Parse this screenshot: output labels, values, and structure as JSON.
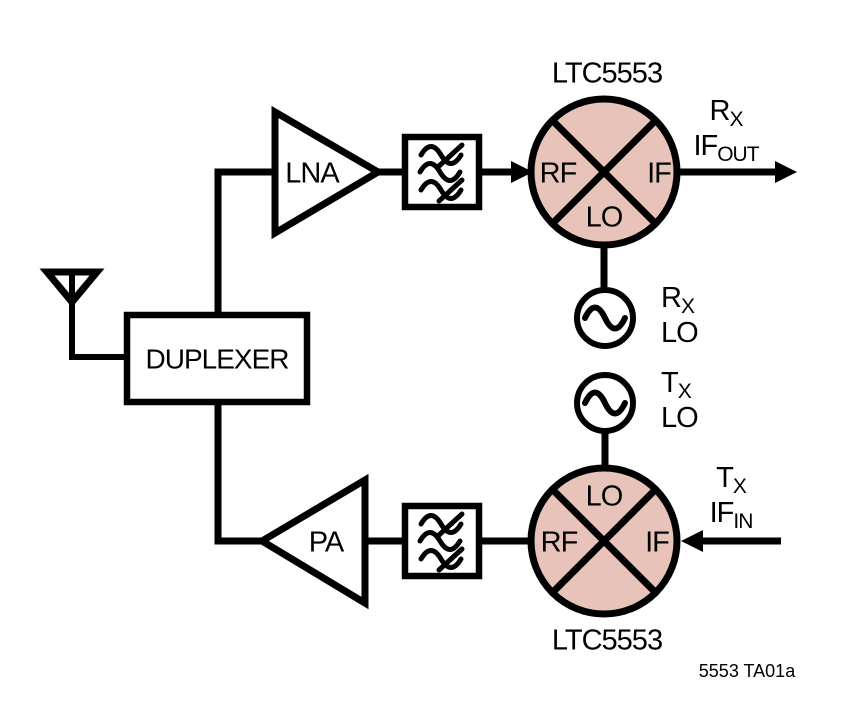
{
  "colors": {
    "background": "#ffffff",
    "line": "#000000",
    "mixer_fill": "#e8c3ba"
  },
  "duplexer": {
    "label": "DUPLEXER"
  },
  "amplifiers": {
    "lna_label": "LNA",
    "pa_label": "PA"
  },
  "rx_mixer": {
    "part_number": "LTC5553",
    "port_rf": "RF",
    "port_if": "IF",
    "port_lo": "LO"
  },
  "tx_mixer": {
    "part_number": "LTC5553",
    "port_rf": "RF",
    "port_if": "IF",
    "port_lo": "LO"
  },
  "rx_if_out_label": {
    "line1_main": "R",
    "line1_sub": "X",
    "line2_main": "IF",
    "line2_sub": "OUT"
  },
  "tx_if_in_label": {
    "line1_main": "T",
    "line1_sub": "X",
    "line2_main": "IF",
    "line2_sub": "IN"
  },
  "rx_lo_label": {
    "line1_main": "R",
    "line1_sub": "X",
    "line2": "LO"
  },
  "tx_lo_label": {
    "line1_main": "T",
    "line1_sub": "X",
    "line2": "LO"
  },
  "caption": "5553 TA01a",
  "icons": {
    "antenna": "antenna-icon",
    "rx_filter": "bandpass-filter-icon",
    "tx_filter": "bandpass-filter-icon",
    "rx_lo_source": "sine-source-icon",
    "tx_lo_source": "sine-source-icon"
  }
}
